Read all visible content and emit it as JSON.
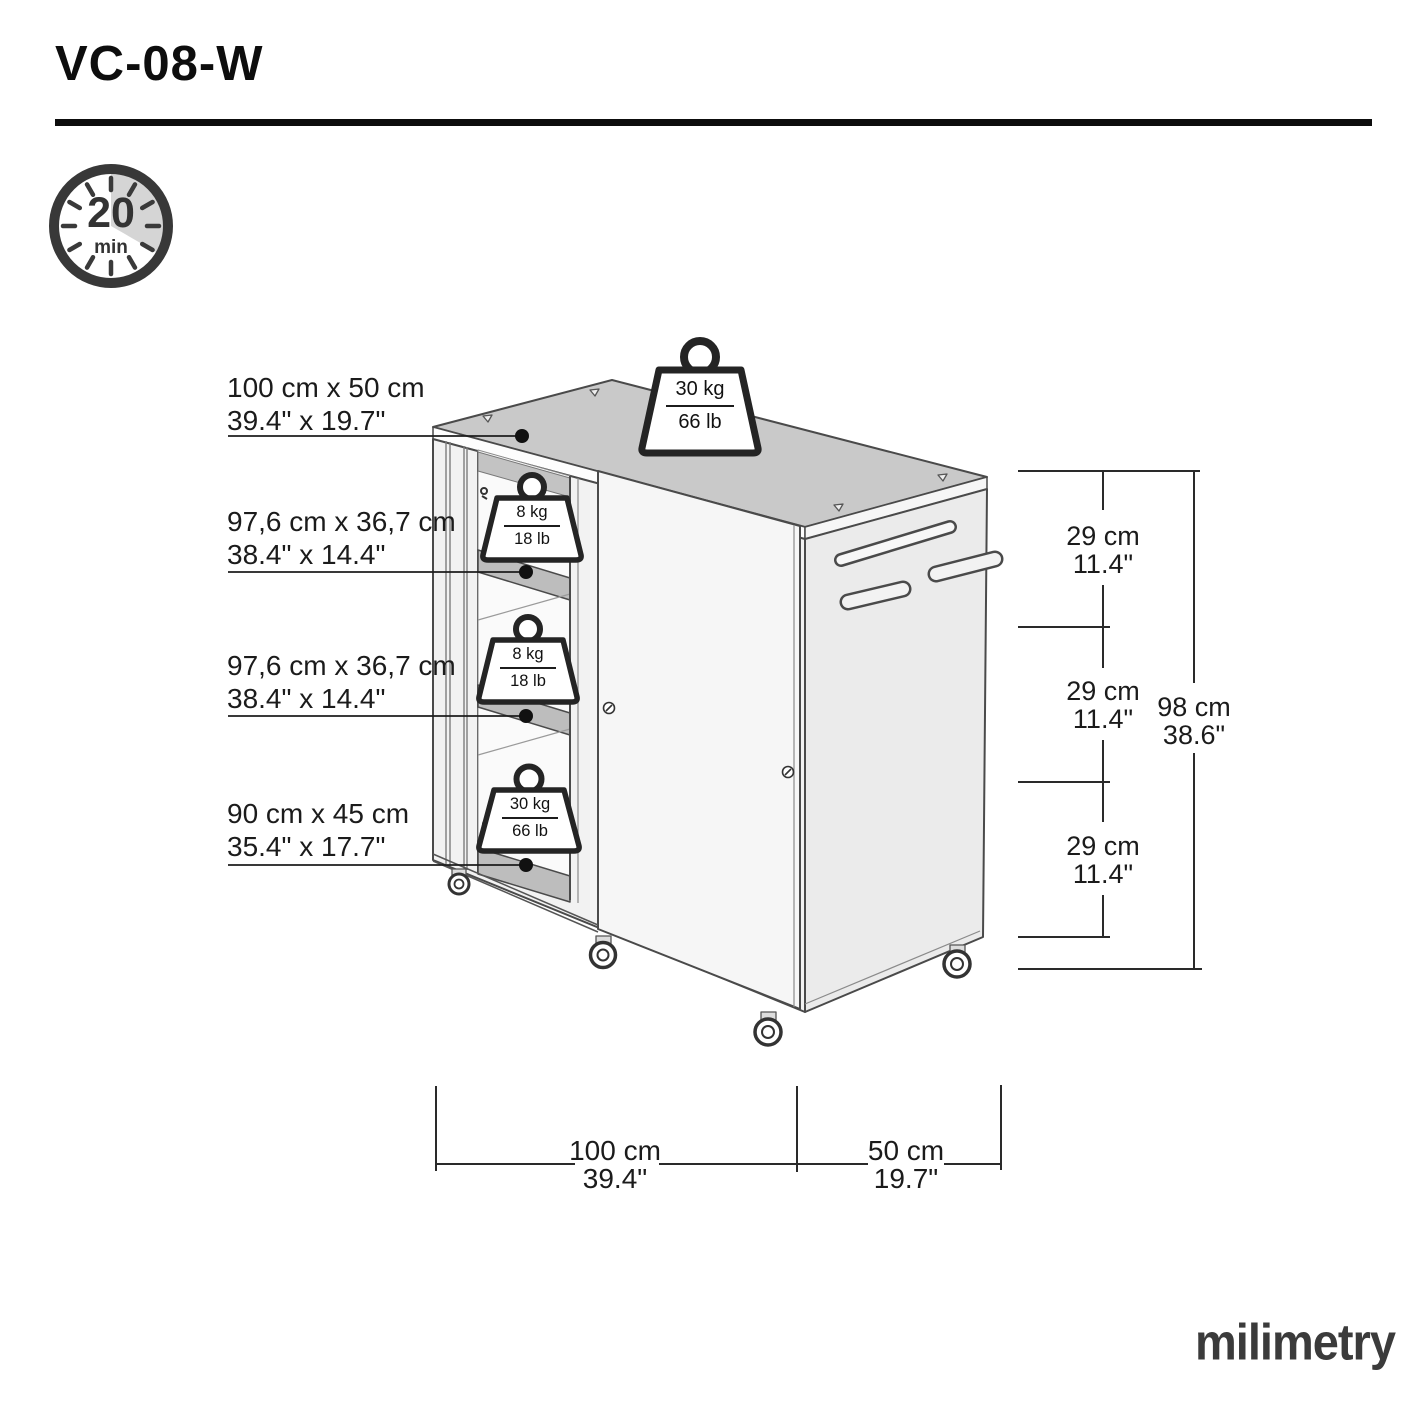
{
  "header": {
    "title": "VC-08-W"
  },
  "assembly_time": {
    "value": "20",
    "unit": "min"
  },
  "labels": {
    "top_surface": {
      "metric": "100 cm x 50 cm",
      "imperial": "39.4\" x 19.7\""
    },
    "shelf_1": {
      "metric": "97,6 cm x 36,7 cm",
      "imperial": "38.4\" x 14.4\""
    },
    "shelf_2": {
      "metric": "97,6 cm x 36,7 cm",
      "imperial": "38.4\" x 14.4\""
    },
    "bottom_shelf": {
      "metric": "90 cm x 45 cm",
      "imperial": "35.4\" x 17.7\""
    }
  },
  "weights": {
    "top": {
      "kg": "30 kg",
      "lb": "66 lb"
    },
    "shelf_1": {
      "kg": "8 kg",
      "lb": "18 lb"
    },
    "shelf_2": {
      "kg": "8 kg",
      "lb": "18 lb"
    },
    "bottom": {
      "kg": "30 kg",
      "lb": "66 lb"
    }
  },
  "dimensions": {
    "right_segment_1": {
      "metric": "29 cm",
      "imperial": "11.4\""
    },
    "right_segment_2": {
      "metric": "29 cm",
      "imperial": "11.4\""
    },
    "right_segment_3": {
      "metric": "29 cm",
      "imperial": "11.4\""
    },
    "total_height": {
      "metric": "98 cm",
      "imperial": "38.6\""
    },
    "bottom_width": {
      "metric": "100 cm",
      "imperial": "39.4\""
    },
    "bottom_depth": {
      "metric": "50 cm",
      "imperial": "19.7\""
    }
  },
  "logo": {
    "text": "milimetry"
  },
  "colors": {
    "line": "#2b2b2b",
    "top_face": "#c9c9c9",
    "shelf": "#bdbdbd",
    "front_face": "#f2f2f2",
    "side_face": "#ebebeb",
    "clock_sector": "#d5d5d5"
  }
}
